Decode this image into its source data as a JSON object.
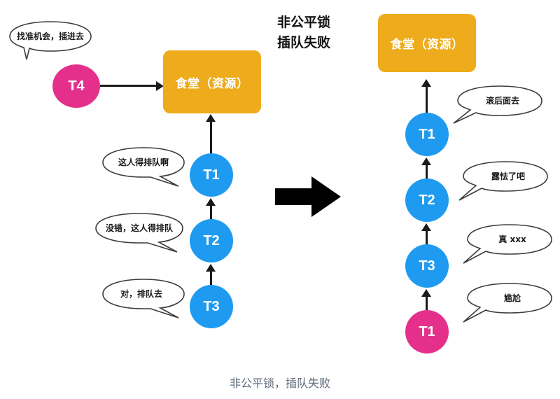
{
  "diagram": {
    "center_title_line1": "非公平锁",
    "center_title_line2": "插队失败",
    "caption": "非公平锁，插队失败",
    "colors": {
      "resource": "#edа81e",
      "resource_hex": "#eeab1c",
      "thread_blue": "#1e9bf0",
      "thread_pink": "#e5308b",
      "arrow": "#1a1a1a",
      "caption_text": "#5f6b7a",
      "bubble_stroke": "#3c3c3c",
      "bubble_fill": "#ffffff"
    }
  },
  "left_scene": {
    "resource": {
      "label": "食堂（资源）"
    },
    "queue": [
      {
        "id": "T1",
        "label": "T1",
        "color": "blue"
      },
      {
        "id": "T2",
        "label": "T2",
        "color": "blue"
      },
      {
        "id": "T3",
        "label": "T3",
        "color": "blue"
      }
    ],
    "intruder": {
      "id": "T4",
      "label": "T4",
      "color": "pink"
    },
    "bubbles": [
      {
        "speaker": "T4",
        "text": "找准机会，插进去"
      },
      {
        "speaker": "T1",
        "text": "这人得排队啊"
      },
      {
        "speaker": "T2",
        "text": "没错，这人得排队"
      },
      {
        "speaker": "T3",
        "text": "对，排队去"
      }
    ]
  },
  "right_scene": {
    "resource": {
      "label": "食堂（资源）"
    },
    "queue": [
      {
        "id": "T1",
        "label": "T1",
        "color": "blue"
      },
      {
        "id": "T2",
        "label": "T2",
        "color": "blue"
      },
      {
        "id": "T3",
        "label": "T3",
        "color": "blue"
      },
      {
        "id": "T1b",
        "label": "T1",
        "color": "pink"
      }
    ],
    "bubbles": [
      {
        "speaker": "T1",
        "text": "滚后面去"
      },
      {
        "speaker": "T2",
        "text": "露怯了吧"
      },
      {
        "speaker": "T3",
        "text": "真 xxx"
      },
      {
        "speaker": "T1b",
        "text": "尴尬"
      }
    ]
  }
}
